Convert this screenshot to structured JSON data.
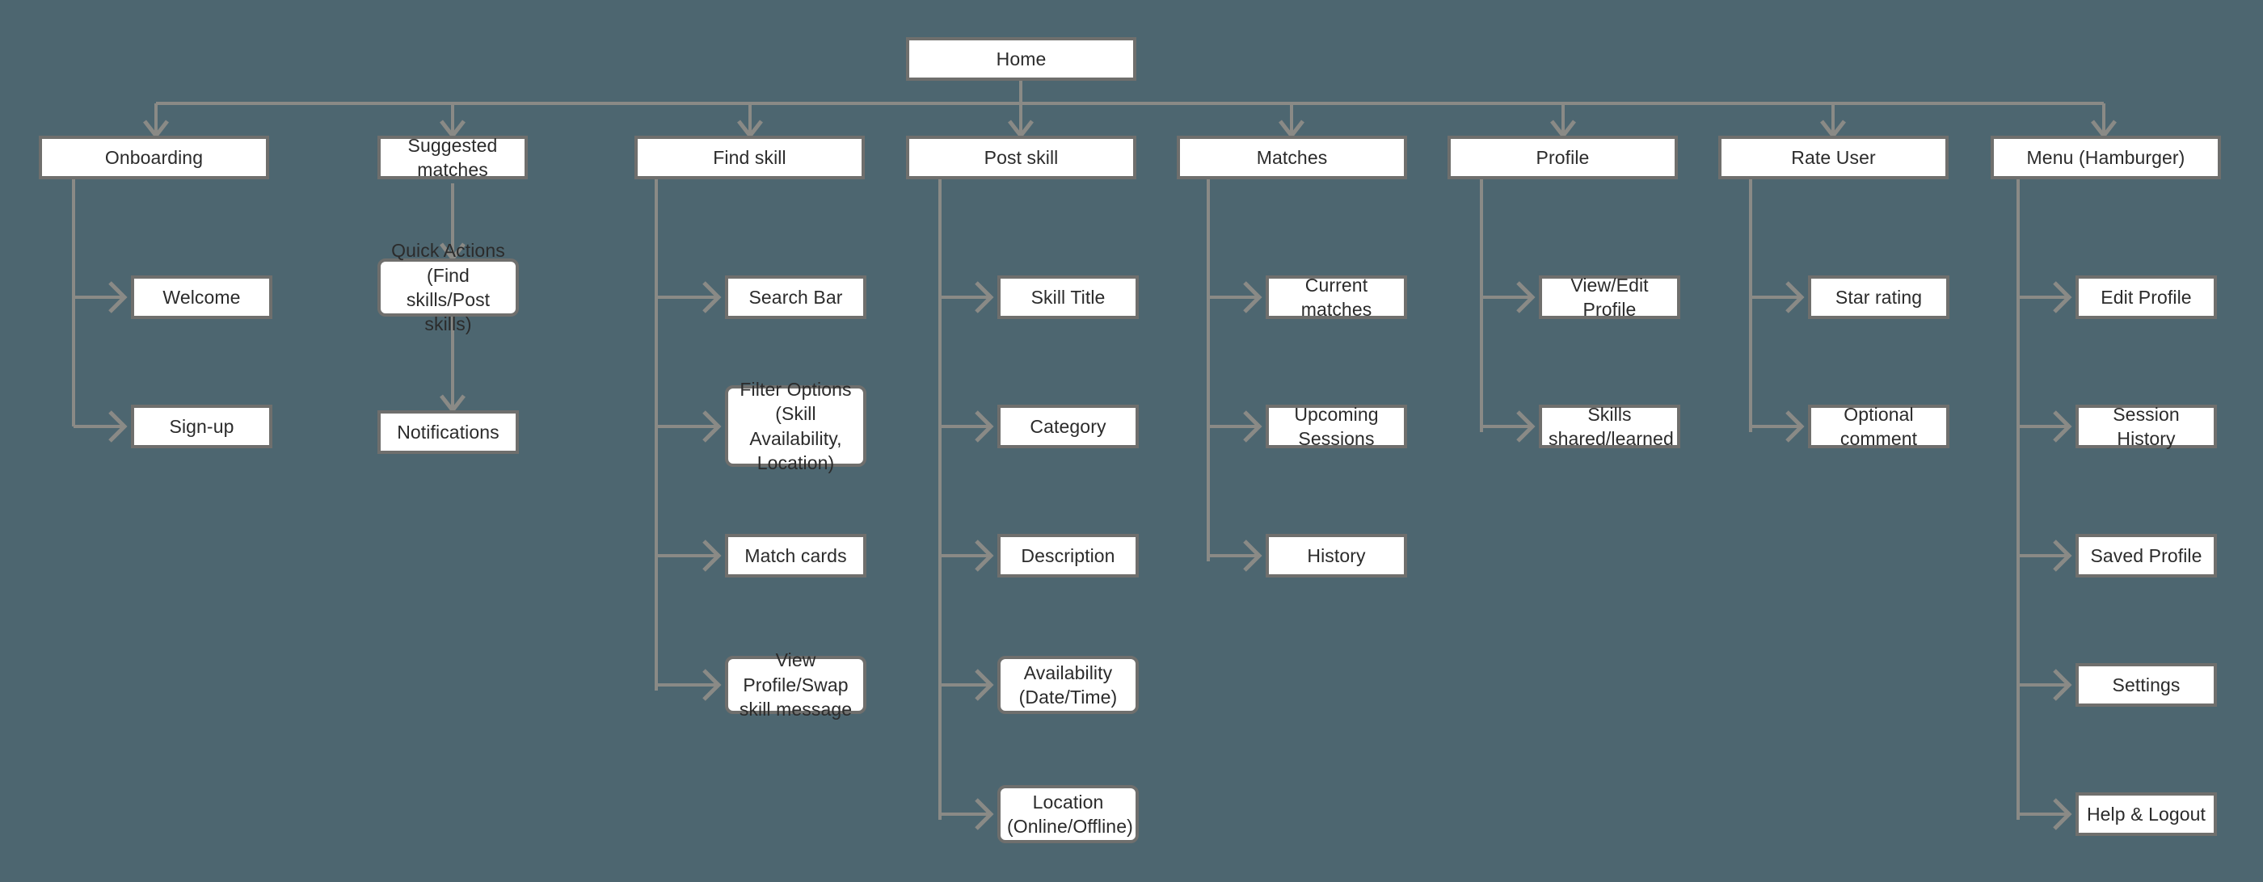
{
  "diagram": {
    "title": "Skill Swap App Sitemap",
    "background_color": "#4d6670",
    "node_fill": "#ffffff",
    "node_border_color": "#6f6f6d",
    "connector_color": "#8a8a86",
    "text_color": "#2b2b2b"
  },
  "root": {
    "label": "Home"
  },
  "branches": [
    {
      "label": "Onboarding",
      "children": [
        {
          "label": "Welcome"
        },
        {
          "label": "Sign-up"
        }
      ]
    },
    {
      "label": "Suggested matches",
      "children": [
        {
          "label": "Quick Actions (Find\nskills/Post skills)"
        },
        {
          "label": "Notifications"
        }
      ]
    },
    {
      "label": "Find skill",
      "children": [
        {
          "label": "Search Bar"
        },
        {
          "label": "Filter Options\n(Skill Availability,\nLocation)"
        },
        {
          "label": "Match cards"
        },
        {
          "label": "View Profile/Swap\nskill message"
        }
      ]
    },
    {
      "label": "Post skill",
      "children": [
        {
          "label": "Skill Title"
        },
        {
          "label": "Category"
        },
        {
          "label": "Description"
        },
        {
          "label": "Availability\n(Date/Time)"
        },
        {
          "label": "Location\n(Online/Offline)"
        }
      ]
    },
    {
      "label": "Matches",
      "children": [
        {
          "label": "Current matches"
        },
        {
          "label": "Upcoming Sessions"
        },
        {
          "label": "History"
        }
      ]
    },
    {
      "label": "Profile",
      "children": [
        {
          "label": "View/Edit Profile"
        },
        {
          "label": "Skills shared/learned"
        }
      ]
    },
    {
      "label": "Rate User",
      "children": [
        {
          "label": "Star rating"
        },
        {
          "label": "Optional comment"
        }
      ]
    },
    {
      "label": "Menu (Hamburger)",
      "children": [
        {
          "label": "Edit Profile"
        },
        {
          "label": "Session History"
        },
        {
          "label": "Saved Profile"
        },
        {
          "label": "Settings"
        },
        {
          "label": "Help & Logout"
        }
      ]
    }
  ]
}
